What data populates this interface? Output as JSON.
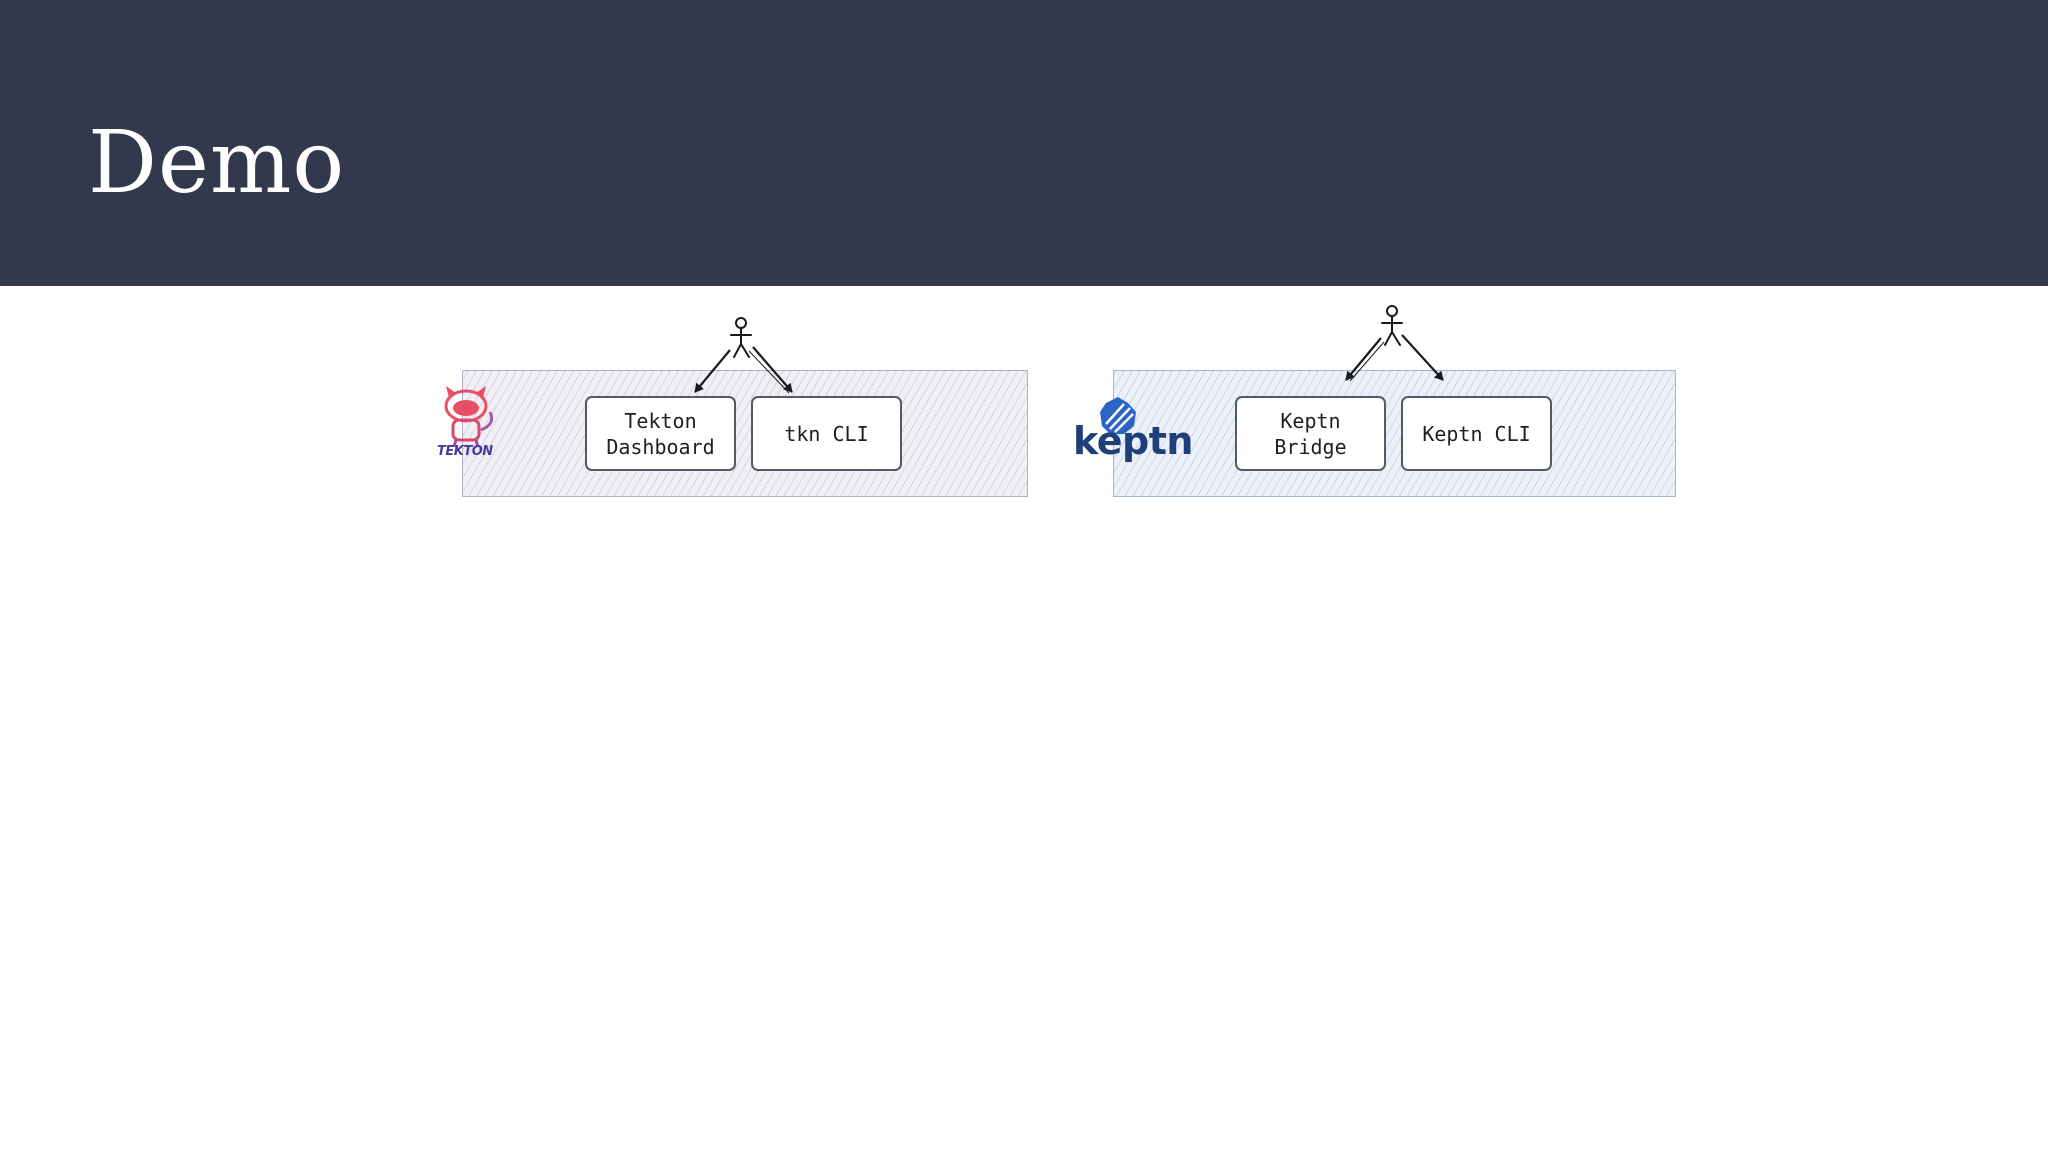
{
  "slide": {
    "title": "Demo"
  },
  "diagram": {
    "tekton": {
      "logo_text": "TEKTON",
      "boxes": [
        {
          "label": "Tekton\nDashboard"
        },
        {
          "label": "tkn CLI"
        }
      ]
    },
    "keptn": {
      "logo_text": "keptn",
      "boxes": [
        {
          "label": "Keptn\nBridge"
        },
        {
          "label": "Keptn CLI"
        }
      ]
    }
  },
  "colors": {
    "header_bg": "#32394d",
    "title_text": "#ffffff",
    "tekton_accent": "#e8506a",
    "keptn_accent": "#1e3f7a"
  },
  "icons": [
    "user-stick-figure-icon",
    "tekton-cat-logo-icon",
    "keptn-logo-icon",
    "arrow-icon"
  ]
}
